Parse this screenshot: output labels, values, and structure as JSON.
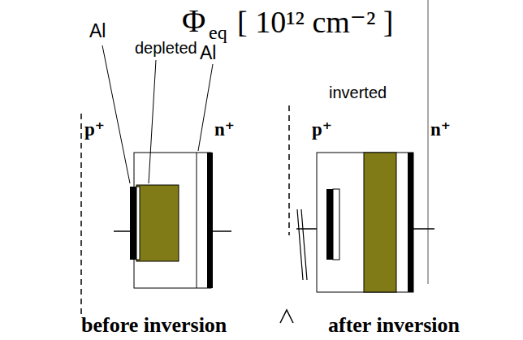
{
  "diagram": {
    "labels": [
      "Φ",
      "eq",
      "[ 10¹² cm⁻² ]",
      "Al",
      "depleted",
      "Al",
      "p⁺",
      "n⁺",
      "inverted",
      "p⁺",
      "n⁺",
      "before inversion",
      "after inversion"
    ]
  }
}
